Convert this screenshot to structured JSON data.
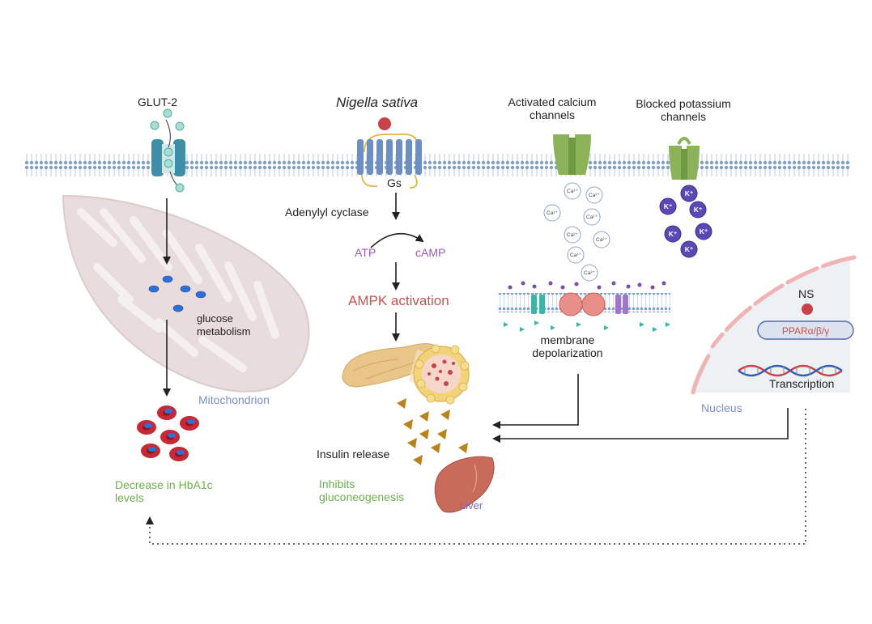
{
  "labels": {
    "glut2": "GLUT-2",
    "nigella": "Nigella sativa",
    "gs": "Gs",
    "adenylyl_cyclase": "Adenylyl cyclase",
    "atp": "ATP",
    "camp": "cAMP",
    "ampk": "AMPK activation",
    "calcium_channels": "Activated calcium channels",
    "potassium_channels": "Blocked potassium channels",
    "glucose_metabolism": "glucose metabolism",
    "mitochondrion": "Mitochondrion",
    "membrane_depolarization": "membrane depolarization",
    "ns": "NS",
    "ppar": "PPARα/β/γ",
    "transcription": "Transcription",
    "nucleus": "Nucleus",
    "insulin_release": "Insulin release",
    "inhibits_gluconeogenesis": "Inhibits gluconeogenesis",
    "liver": "Liver",
    "hba1c": "Decrease in HbA1c levels"
  },
  "ions": {
    "calcium": "Ca²⁺",
    "potassium": "K⁺"
  },
  "colors": {
    "membrane": "#7f9fc9",
    "receptor": "#6d8fc4",
    "ampk_text": "#c8524e",
    "purple_text": "#9b59b6",
    "green_text": "#6ab04c",
    "mitochondrion_text": "#7b8fc8",
    "calcium_channel": "#8db35a",
    "potassium_ion": "#5b48b5",
    "glucose": "#a8ddd5",
    "blue_dot": "#2f6fd6",
    "rbc": "#c62836",
    "insulin": "#b8831f"
  }
}
